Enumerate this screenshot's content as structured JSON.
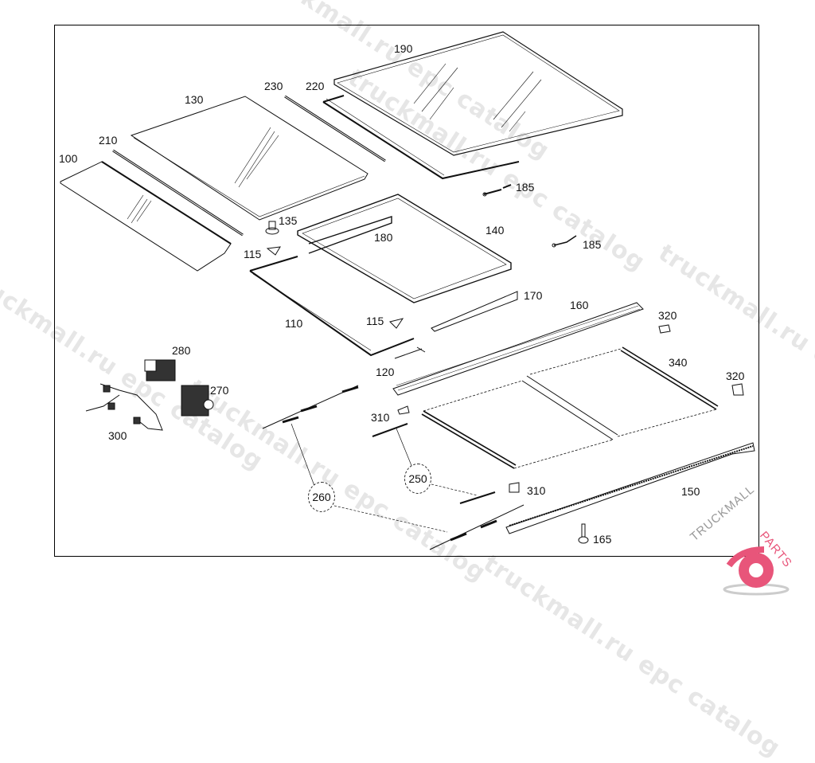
{
  "diagram": {
    "title": "Sliding roof parts exploded view",
    "watermark_text": "truckmall.ru epc catalog",
    "logo": {
      "text_left": "TRUCKMALL",
      "text_right": "PARTS",
      "accent_color": "#e8557a",
      "text_color": "#999999"
    },
    "callouts": [
      {
        "id": "c100",
        "label": "100"
      },
      {
        "id": "c110",
        "label": "110"
      },
      {
        "id": "c115a",
        "label": "115"
      },
      {
        "id": "c115b",
        "label": "115"
      },
      {
        "id": "c120",
        "label": "120"
      },
      {
        "id": "c130",
        "label": "130"
      },
      {
        "id": "c135",
        "label": "135"
      },
      {
        "id": "c140",
        "label": "140"
      },
      {
        "id": "c150",
        "label": "150"
      },
      {
        "id": "c160",
        "label": "160"
      },
      {
        "id": "c165",
        "label": "165"
      },
      {
        "id": "c170",
        "label": "170"
      },
      {
        "id": "c180",
        "label": "180"
      },
      {
        "id": "c185a",
        "label": "185"
      },
      {
        "id": "c185b",
        "label": "185"
      },
      {
        "id": "c190",
        "label": "190"
      },
      {
        "id": "c210",
        "label": "210"
      },
      {
        "id": "c220",
        "label": "220"
      },
      {
        "id": "c230",
        "label": "230"
      },
      {
        "id": "c270",
        "label": "270"
      },
      {
        "id": "c280",
        "label": "280"
      },
      {
        "id": "c300",
        "label": "300"
      },
      {
        "id": "c310a",
        "label": "310"
      },
      {
        "id": "c310b",
        "label": "310"
      },
      {
        "id": "c320a",
        "label": "320"
      },
      {
        "id": "c320b",
        "label": "320"
      },
      {
        "id": "c340",
        "label": "340"
      }
    ],
    "group_callouts": [
      {
        "id": "g250",
        "label": "250"
      },
      {
        "id": "g260",
        "label": "260"
      }
    ]
  }
}
